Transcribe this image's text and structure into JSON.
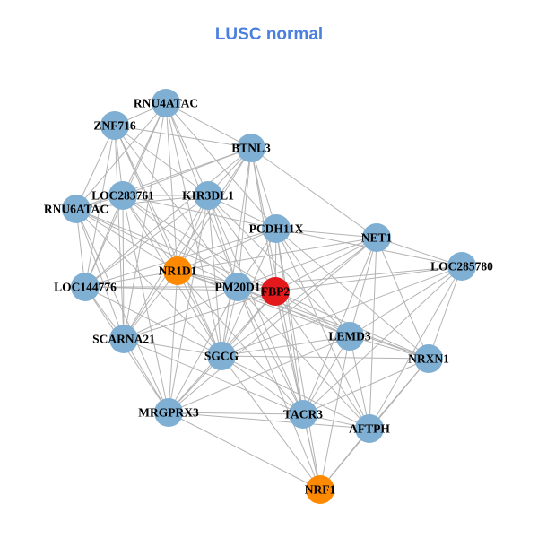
{
  "title": "LUSC normal",
  "colors": {
    "title": "#4a7fe0",
    "edge": "#b3b3b3",
    "node_default": "#7fb0d4",
    "node_orange": "#ff8a00",
    "node_red": "#e3191c"
  },
  "nodes": [
    {
      "id": "RNU4ATAC",
      "color": "node_default"
    },
    {
      "id": "ZNF716",
      "color": "node_default"
    },
    {
      "id": "BTNL3",
      "color": "node_default"
    },
    {
      "id": "LOC283761",
      "color": "node_default"
    },
    {
      "id": "KIR3DL1",
      "color": "node_default"
    },
    {
      "id": "RNU6ATAC",
      "color": "node_default"
    },
    {
      "id": "PCDH11X",
      "color": "node_default"
    },
    {
      "id": "NET1",
      "color": "node_default"
    },
    {
      "id": "LOC285780",
      "color": "node_default"
    },
    {
      "id": "NR1D1",
      "color": "node_orange"
    },
    {
      "id": "LOC144776",
      "color": "node_default"
    },
    {
      "id": "PM20D1",
      "color": "node_default"
    },
    {
      "id": "FBP2",
      "color": "node_red"
    },
    {
      "id": "SCARNA21",
      "color": "node_default"
    },
    {
      "id": "LEMD3",
      "color": "node_default"
    },
    {
      "id": "SGCG",
      "color": "node_default"
    },
    {
      "id": "NRXN1",
      "color": "node_default"
    },
    {
      "id": "MRGPRX3",
      "color": "node_default"
    },
    {
      "id": "TACR3",
      "color": "node_default"
    },
    {
      "id": "AFTPH",
      "color": "node_default"
    },
    {
      "id": "NRF1",
      "color": "node_orange"
    }
  ],
  "edges": [
    [
      "RNU4ATAC",
      "ZNF716"
    ],
    [
      "RNU4ATAC",
      "BTNL3"
    ],
    [
      "RNU4ATAC",
      "LOC283761"
    ],
    [
      "RNU4ATAC",
      "KIR3DL1"
    ],
    [
      "RNU4ATAC",
      "RNU6ATAC"
    ],
    [
      "RNU4ATAC",
      "PCDH11X"
    ],
    [
      "RNU4ATAC",
      "NR1D1"
    ],
    [
      "RNU4ATAC",
      "LOC144776"
    ],
    [
      "RNU4ATAC",
      "PM20D1"
    ],
    [
      "RNU4ATAC",
      "SCARNA21"
    ],
    [
      "RNU4ATAC",
      "SGCG"
    ],
    [
      "ZNF716",
      "BTNL3"
    ],
    [
      "ZNF716",
      "LOC283761"
    ],
    [
      "ZNF716",
      "KIR3DL1"
    ],
    [
      "ZNF716",
      "RNU6ATAC"
    ],
    [
      "ZNF716",
      "NR1D1"
    ],
    [
      "ZNF716",
      "LOC144776"
    ],
    [
      "ZNF716",
      "PM20D1"
    ],
    [
      "ZNF716",
      "SCARNA21"
    ],
    [
      "ZNF716",
      "SGCG"
    ],
    [
      "BTNL3",
      "LOC283761"
    ],
    [
      "BTNL3",
      "KIR3DL1"
    ],
    [
      "BTNL3",
      "PCDH11X"
    ],
    [
      "BTNL3",
      "NET1"
    ],
    [
      "BTNL3",
      "NR1D1"
    ],
    [
      "BTNL3",
      "LOC144776"
    ],
    [
      "BTNL3",
      "PM20D1"
    ],
    [
      "BTNL3",
      "FBP2"
    ],
    [
      "BTNL3",
      "SCARNA21"
    ],
    [
      "BTNL3",
      "SGCG"
    ],
    [
      "BTNL3",
      "TACR3"
    ],
    [
      "BTNL3",
      "RNU6ATAC"
    ],
    [
      "LOC283761",
      "KIR3DL1"
    ],
    [
      "LOC283761",
      "RNU6ATAC"
    ],
    [
      "LOC283761",
      "PCDH11X"
    ],
    [
      "LOC283761",
      "NR1D1"
    ],
    [
      "LOC283761",
      "LOC144776"
    ],
    [
      "LOC283761",
      "PM20D1"
    ],
    [
      "LOC283761",
      "FBP2"
    ],
    [
      "LOC283761",
      "SCARNA21"
    ],
    [
      "LOC283761",
      "SGCG"
    ],
    [
      "LOC283761",
      "MRGPRX3"
    ],
    [
      "KIR3DL1",
      "RNU6ATAC"
    ],
    [
      "KIR3DL1",
      "PCDH11X"
    ],
    [
      "KIR3DL1",
      "NR1D1"
    ],
    [
      "KIR3DL1",
      "LOC144776"
    ],
    [
      "KIR3DL1",
      "PM20D1"
    ],
    [
      "KIR3DL1",
      "FBP2"
    ],
    [
      "KIR3DL1",
      "SCARNA21"
    ],
    [
      "KIR3DL1",
      "SGCG"
    ],
    [
      "KIR3DL1",
      "MRGPRX3"
    ],
    [
      "KIR3DL1",
      "TACR3"
    ],
    [
      "KIR3DL1",
      "LEMD3"
    ],
    [
      "RNU6ATAC",
      "NR1D1"
    ],
    [
      "RNU6ATAC",
      "LOC144776"
    ],
    [
      "RNU6ATAC",
      "PM20D1"
    ],
    [
      "RNU6ATAC",
      "SCARNA21"
    ],
    [
      "RNU6ATAC",
      "SGCG"
    ],
    [
      "RNU6ATAC",
      "MRGPRX3"
    ],
    [
      "RNU6ATAC",
      "FBP2"
    ],
    [
      "PCDH11X",
      "NET1"
    ],
    [
      "PCDH11X",
      "LOC285780"
    ],
    [
      "PCDH11X",
      "NR1D1"
    ],
    [
      "PCDH11X",
      "PM20D1"
    ],
    [
      "PCDH11X",
      "FBP2"
    ],
    [
      "PCDH11X",
      "LEMD3"
    ],
    [
      "PCDH11X",
      "SGCG"
    ],
    [
      "PCDH11X",
      "TACR3"
    ],
    [
      "PCDH11X",
      "AFTPH"
    ],
    [
      "PCDH11X",
      "NRF1"
    ],
    [
      "PCDH11X",
      "NRXN1"
    ],
    [
      "PCDH11X",
      "LOC144776"
    ],
    [
      "NET1",
      "LOC285780"
    ],
    [
      "NET1",
      "PM20D1"
    ],
    [
      "NET1",
      "FBP2"
    ],
    [
      "NET1",
      "LEMD3"
    ],
    [
      "NET1",
      "SGCG"
    ],
    [
      "NET1",
      "NRXN1"
    ],
    [
      "NET1",
      "TACR3"
    ],
    [
      "NET1",
      "AFTPH"
    ],
    [
      "NET1",
      "NR1D1"
    ],
    [
      "NET1",
      "MRGPRX3"
    ],
    [
      "LOC285780",
      "FBP2"
    ],
    [
      "LOC285780",
      "LEMD3"
    ],
    [
      "LOC285780",
      "NRXN1"
    ],
    [
      "LOC285780",
      "SGCG"
    ],
    [
      "LOC285780",
      "TACR3"
    ],
    [
      "LOC285780",
      "AFTPH"
    ],
    [
      "LOC285780",
      "PM20D1"
    ],
    [
      "NR1D1",
      "LOC144776"
    ],
    [
      "NR1D1",
      "PM20D1"
    ],
    [
      "NR1D1",
      "FBP2"
    ],
    [
      "NR1D1",
      "SCARNA21"
    ],
    [
      "NR1D1",
      "SGCG"
    ],
    [
      "NR1D1",
      "MRGPRX3"
    ],
    [
      "NR1D1",
      "TACR3"
    ],
    [
      "NR1D1",
      "LEMD3"
    ],
    [
      "NR1D1",
      "NRXN1"
    ],
    [
      "LOC144776",
      "PM20D1"
    ],
    [
      "LOC144776",
      "SCARNA21"
    ],
    [
      "LOC144776",
      "SGCG"
    ],
    [
      "LOC144776",
      "MRGPRX3"
    ],
    [
      "LOC144776",
      "FBP2"
    ],
    [
      "PM20D1",
      "FBP2"
    ],
    [
      "PM20D1",
      "SCARNA21"
    ],
    [
      "PM20D1",
      "LEMD3"
    ],
    [
      "PM20D1",
      "SGCG"
    ],
    [
      "PM20D1",
      "MRGPRX3"
    ],
    [
      "PM20D1",
      "TACR3"
    ],
    [
      "PM20D1",
      "AFTPH"
    ],
    [
      "PM20D1",
      "NRXN1"
    ],
    [
      "PM20D1",
      "NRF1"
    ],
    [
      "FBP2",
      "LEMD3"
    ],
    [
      "FBP2",
      "SGCG"
    ],
    [
      "FBP2",
      "NRXN1"
    ],
    [
      "FBP2",
      "TACR3"
    ],
    [
      "FBP2",
      "AFTPH"
    ],
    [
      "FBP2",
      "NRF1"
    ],
    [
      "FBP2",
      "MRGPRX3"
    ],
    [
      "FBP2",
      "SCARNA21"
    ],
    [
      "SCARNA21",
      "SGCG"
    ],
    [
      "SCARNA21",
      "MRGPRX3"
    ],
    [
      "SCARNA21",
      "TACR3"
    ],
    [
      "LEMD3",
      "SGCG"
    ],
    [
      "LEMD3",
      "NRXN1"
    ],
    [
      "LEMD3",
      "TACR3"
    ],
    [
      "LEMD3",
      "AFTPH"
    ],
    [
      "LEMD3",
      "NRF1"
    ],
    [
      "LEMD3",
      "MRGPRX3"
    ],
    [
      "SGCG",
      "MRGPRX3"
    ],
    [
      "SGCG",
      "TACR3"
    ],
    [
      "SGCG",
      "AFTPH"
    ],
    [
      "SGCG",
      "NRXN1"
    ],
    [
      "SGCG",
      "NRF1"
    ],
    [
      "NRXN1",
      "TACR3"
    ],
    [
      "NRXN1",
      "AFTPH"
    ],
    [
      "NRXN1",
      "NRF1"
    ],
    [
      "MRGPRX3",
      "TACR3"
    ],
    [
      "MRGPRX3",
      "AFTPH"
    ],
    [
      "MRGPRX3",
      "NRF1"
    ],
    [
      "TACR3",
      "AFTPH"
    ],
    [
      "TACR3",
      "NRF1"
    ],
    [
      "AFTPH",
      "NRF1"
    ]
  ]
}
